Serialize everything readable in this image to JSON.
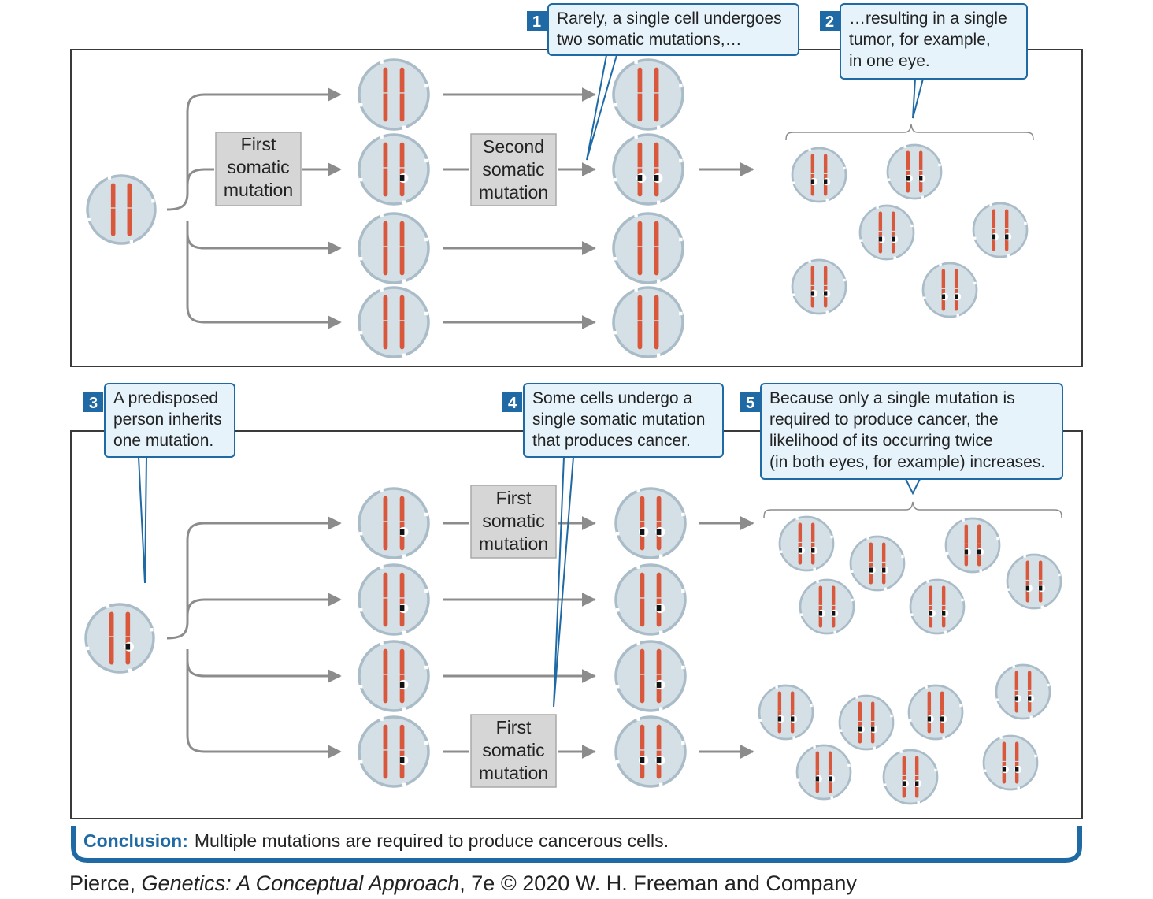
{
  "callouts": {
    "c1": {
      "num": "1",
      "lines": [
        "Rarely, a single cell undergoes",
        "two somatic mutations,…"
      ]
    },
    "c2": {
      "num": "2",
      "lines": [
        "…resulting in a single",
        "tumor, for example,",
        "in one eye."
      ]
    },
    "c3": {
      "num": "3",
      "lines": [
        "A predisposed",
        "person inherits",
        "one mutation."
      ]
    },
    "c4": {
      "num": "4",
      "lines": [
        "Some cells undergo a",
        "single somatic mutation",
        "that produces cancer."
      ]
    },
    "c5": {
      "num": "5",
      "lines": [
        "Because only a single mutation is",
        "required to produce cancer, the",
        "likelihood of its occurring twice",
        "(in both eyes, for example) increases."
      ]
    }
  },
  "mutation_labels": {
    "top_first": [
      "First",
      "somatic",
      "mutation"
    ],
    "top_second": [
      "Second",
      "somatic",
      "mutation"
    ],
    "bottom_first_a": [
      "First",
      "somatic",
      "mutation"
    ],
    "bottom_first_b": [
      "First",
      "somatic",
      "mutation"
    ]
  },
  "conclusion": {
    "label": "Conclusion:",
    "text": "Multiple mutations are required to produce cancerous cells."
  },
  "credit": {
    "author": "Pierce, ",
    "title": "Genetics: A Conceptual Approach",
    "rest": ", 7e © 2020 W. H. Freeman and Company"
  },
  "colors": {
    "chromosome": "#d9573a",
    "mutation": "#111111",
    "cell": "#d4dfe6",
    "accent": "#1f6aa5",
    "arrow": "#8c8c8c"
  }
}
